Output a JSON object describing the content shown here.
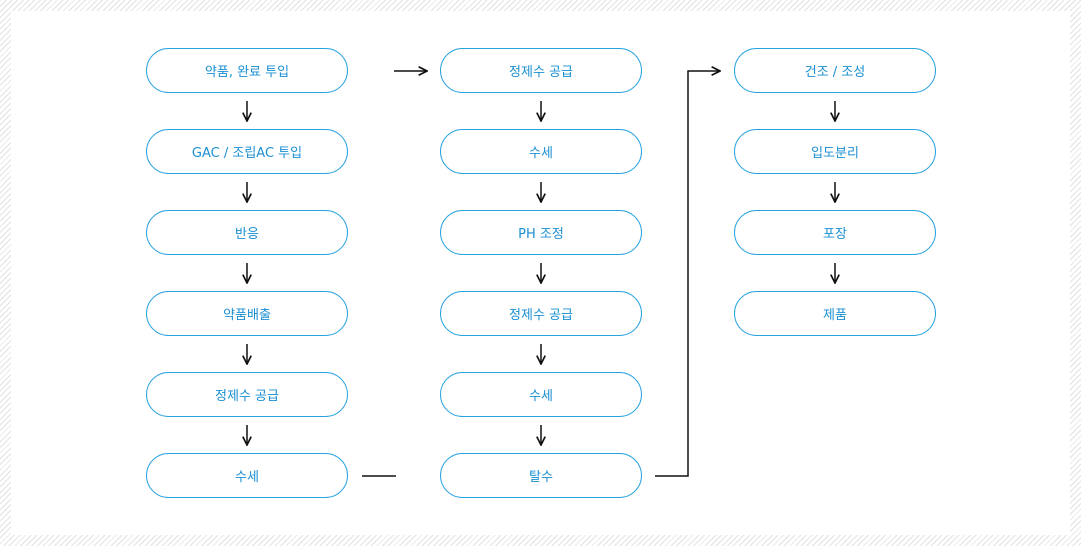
{
  "diagram": {
    "columns": [
      {
        "steps": [
          "약품, 완료 투입",
          "GAC / 조립AC 투입",
          "반응",
          "약품배출",
          "정제수 공급",
          "수세"
        ]
      },
      {
        "steps": [
          "정제수 공급",
          "수세",
          "PH 조정",
          "정제수 공급",
          "수세",
          "탈수"
        ]
      },
      {
        "steps": [
          "건조 / 조성",
          "입도분리",
          "포장",
          "제품"
        ]
      }
    ],
    "colors": {
      "box_border": "#29a3e0",
      "box_text": "#1a8fd2",
      "arrow": "#111111"
    }
  }
}
